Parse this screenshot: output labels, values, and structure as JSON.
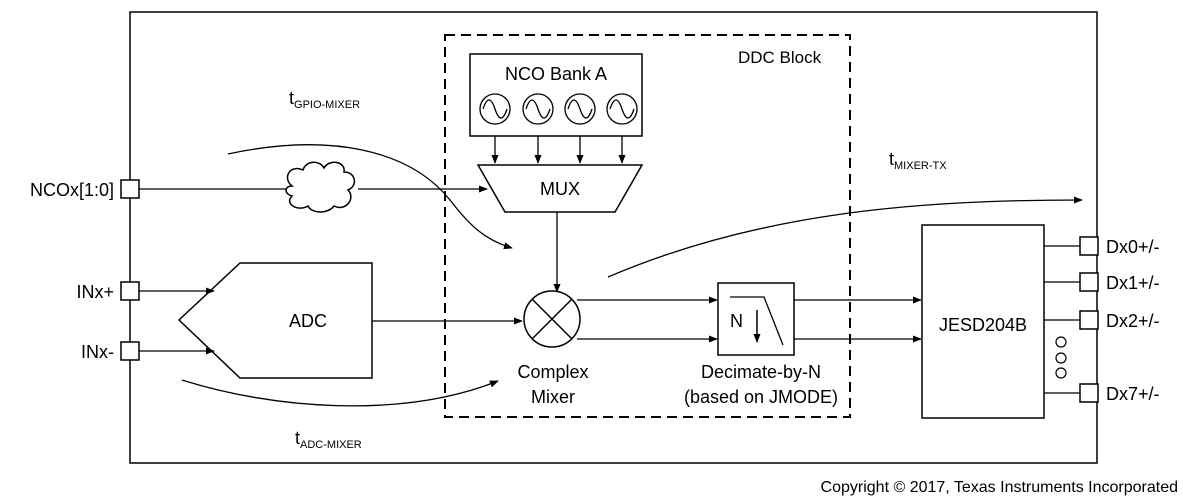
{
  "pins": {
    "nco": "NCOx[1:0]",
    "in_plus": "INx+",
    "in_minus": "INx-",
    "dx0": "Dx0+/-",
    "dx1": "Dx1+/-",
    "dx2": "Dx2+/-",
    "dx7": "Dx7+/-"
  },
  "blocks": {
    "ddc": "DDC Block",
    "nco_bank": "NCO Bank A",
    "mux": "MUX",
    "adc": "ADC",
    "jesd": "JESD204B",
    "mixer_line1": "Complex",
    "mixer_line2": "Mixer",
    "decimate_line1": "Decimate-by-N",
    "decimate_line2": "(based on JMODE)",
    "decimate_symbol": "N"
  },
  "timing": {
    "gpio_mixer_main": "t",
    "gpio_mixer_sub": "GPIO-MIXER",
    "mixer_tx_main": "t",
    "mixer_tx_sub": "MIXER-TX",
    "adc_mixer_main": "t",
    "adc_mixer_sub": "ADC-MIXER"
  },
  "copyright": "Copyright © 2017, Texas Instruments Incorporated"
}
